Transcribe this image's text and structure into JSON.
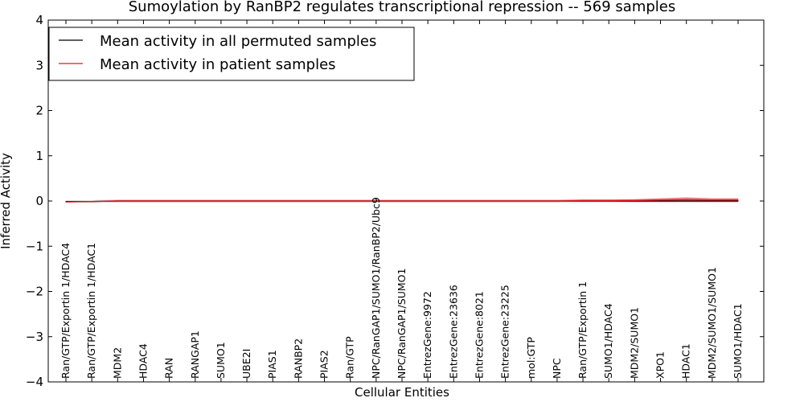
{
  "chart_data": {
    "type": "line",
    "title": "Sumoylation by RanBP2 regulates transcriptional repression -- 569 samples",
    "xlabel": "Cellular Entities",
    "ylabel": "Inferred Activity",
    "ylim": [
      -4,
      4
    ],
    "yticks": [
      4,
      3,
      2,
      1,
      0,
      -1,
      -2,
      -3,
      -4
    ],
    "ytick_labels": [
      "4",
      "3",
      "2",
      "1",
      "0",
      "−1",
      "−2",
      "−3",
      "−4"
    ],
    "grid": false,
    "legend_position": "top-left",
    "categories": [
      "Ran/GTP/Exportin 1/HDAC4",
      "Ran/GTP/Exportin 1/HDAC1",
      "MDM2",
      "HDAC4",
      "RAN",
      "RANGAP1",
      "SUMO1",
      "UBE2I",
      "PIAS1",
      "RANBP2",
      "PIAS2",
      "Ran/GTP",
      "NPC/RanGAP1/SUMO1/RanBP2/Ubc9",
      "NPC/RanGAP1/SUMO1",
      "EntrezGene:9972",
      "EntrezGene:23636",
      "EntrezGene:8021",
      "EntrezGene:23225",
      "mol:GTP",
      "NPC",
      "Ran/GTP/Exportin 1",
      "SUMO1/HDAC4",
      "MDM2/SUMO1",
      "XPO1",
      "HDAC1",
      "MDM2/SUMO1/SUMO1",
      "SUMO1/HDAC1"
    ],
    "series": [
      {
        "name": "Mean activity in all permuted samples",
        "color": "#000000",
        "values": [
          -0.01,
          -0.01,
          0.0,
          0.0,
          0.0,
          0.0,
          0.0,
          0.0,
          0.0,
          0.0,
          0.0,
          0.0,
          0.0,
          0.0,
          0.0,
          0.0,
          0.0,
          0.0,
          0.0,
          0.0,
          0.0,
          0.0,
          0.0,
          0.0,
          0.0,
          0.0,
          0.0
        ],
        "band": [
          0.03,
          0.03,
          0.04,
          0.04,
          0.04,
          0.04,
          0.04,
          0.04,
          0.04,
          0.04,
          0.04,
          0.04,
          0.04,
          0.04,
          0.04,
          0.04,
          0.04,
          0.04,
          0.04,
          0.04,
          0.04,
          0.04,
          0.04,
          0.04,
          0.04,
          0.04,
          0.04
        ],
        "band_color": "#cccccc"
      },
      {
        "name": "Mean activity in patient samples",
        "color": "#e8141c",
        "values": [
          -0.02,
          -0.01,
          0.0,
          0.0,
          0.0,
          0.0,
          0.0,
          0.0,
          0.0,
          0.0,
          0.0,
          0.0,
          0.0,
          0.0,
          0.0,
          0.0,
          0.0,
          0.0,
          0.0,
          0.0,
          0.01,
          0.01,
          0.01,
          0.02,
          0.03,
          0.02,
          0.02
        ],
        "band": [
          0.01,
          0.01,
          0.02,
          0.02,
          0.02,
          0.02,
          0.02,
          0.02,
          0.02,
          0.02,
          0.02,
          0.02,
          0.02,
          0.02,
          0.02,
          0.02,
          0.02,
          0.02,
          0.02,
          0.02,
          0.02,
          0.02,
          0.03,
          0.04,
          0.05,
          0.04,
          0.04
        ],
        "band_color": "#e8141c"
      }
    ]
  }
}
